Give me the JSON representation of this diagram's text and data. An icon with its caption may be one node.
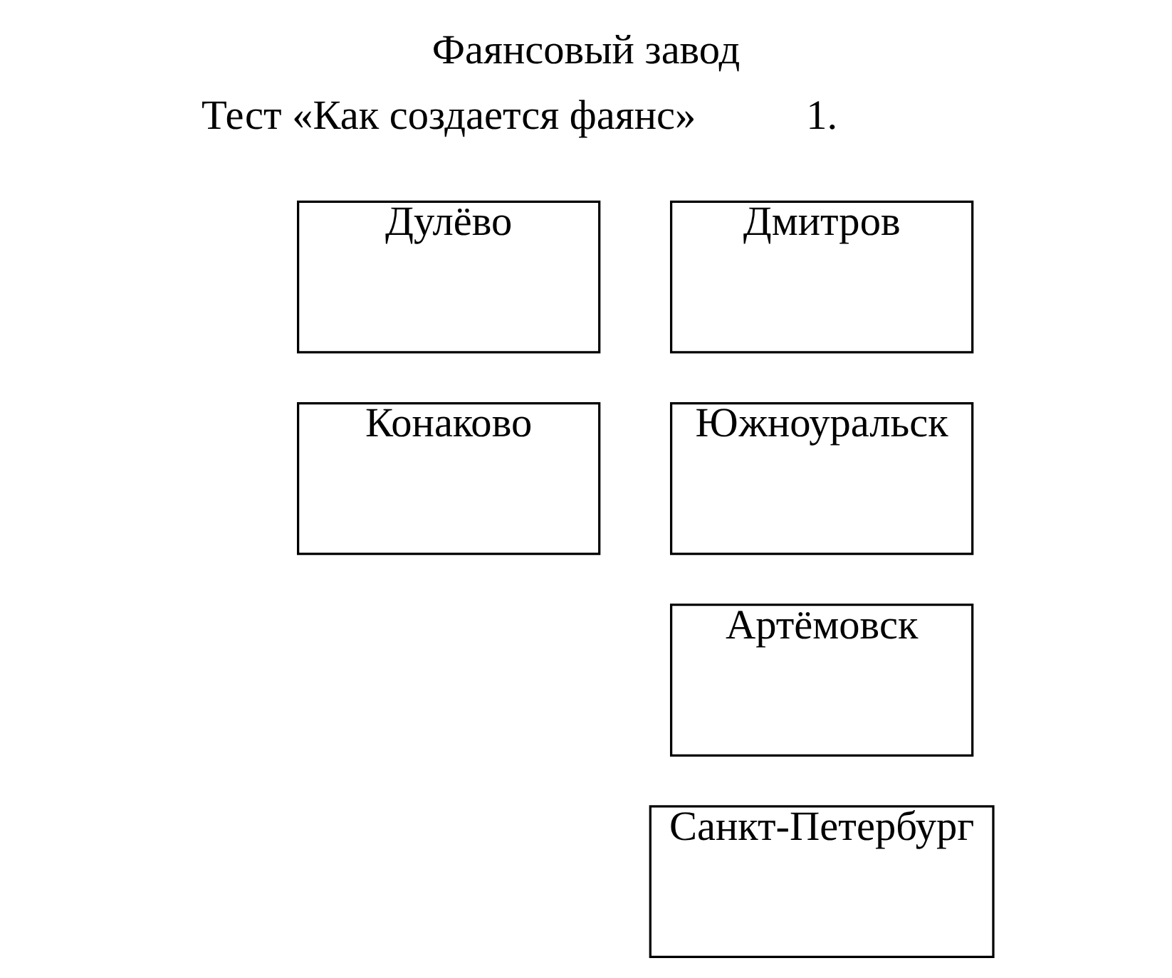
{
  "diagram": {
    "title": "Фаянсовый завод",
    "nodes": [
      {
        "text": [
          "Дмитров"
        ]
      },
      {
        "text": [
          "Южноуральск"
        ]
      },
      {
        "text": [
          "Артёмовск"
        ]
      },
      {
        "text": [
          "Санкт-Петербург"
        ]
      },
      {
        "text": [
          "Дулёво"
        ]
      },
      {
        "text": [
          "Конаково"
        ]
      }
    ],
    "labels": [
      "Тест «Как создается фаянс»",
      "1."
    ]
  }
}
